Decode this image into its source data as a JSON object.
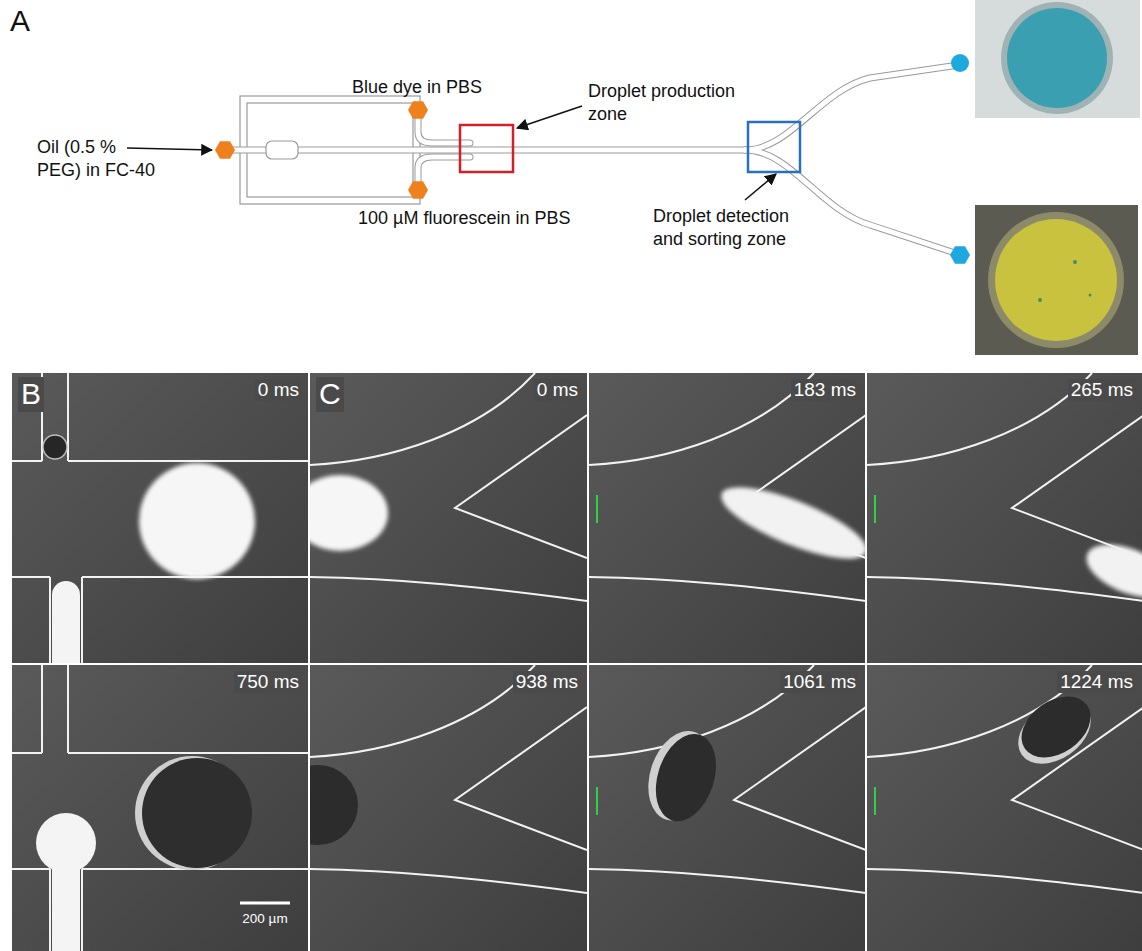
{
  "diagram": {
    "nodes": [
      {
        "text": [
          "B",
          "0 ms"
        ]
      },
      {
        "text": [
          "750 ms",
          "200 µm"
        ]
      },
      {
        "text": [
          "C",
          "0 ms"
        ]
      },
      {
        "text": [
          "183 ms"
        ]
      },
      {
        "text": [
          "265 ms"
        ]
      },
      {
        "text": [
          "938 ms"
        ]
      },
      {
        "text": [
          "1061 ms"
        ]
      },
      {
        "text": [
          "1224 ms"
        ]
      }
    ],
    "labels": [
      "A",
      "Oil (0.5 % PEG) in FC-40",
      "Blue dye in PBS",
      "Droplet production zone",
      "100 µM fluorescein in PBS",
      "Droplet detection and sorting zone"
    ]
  }
}
